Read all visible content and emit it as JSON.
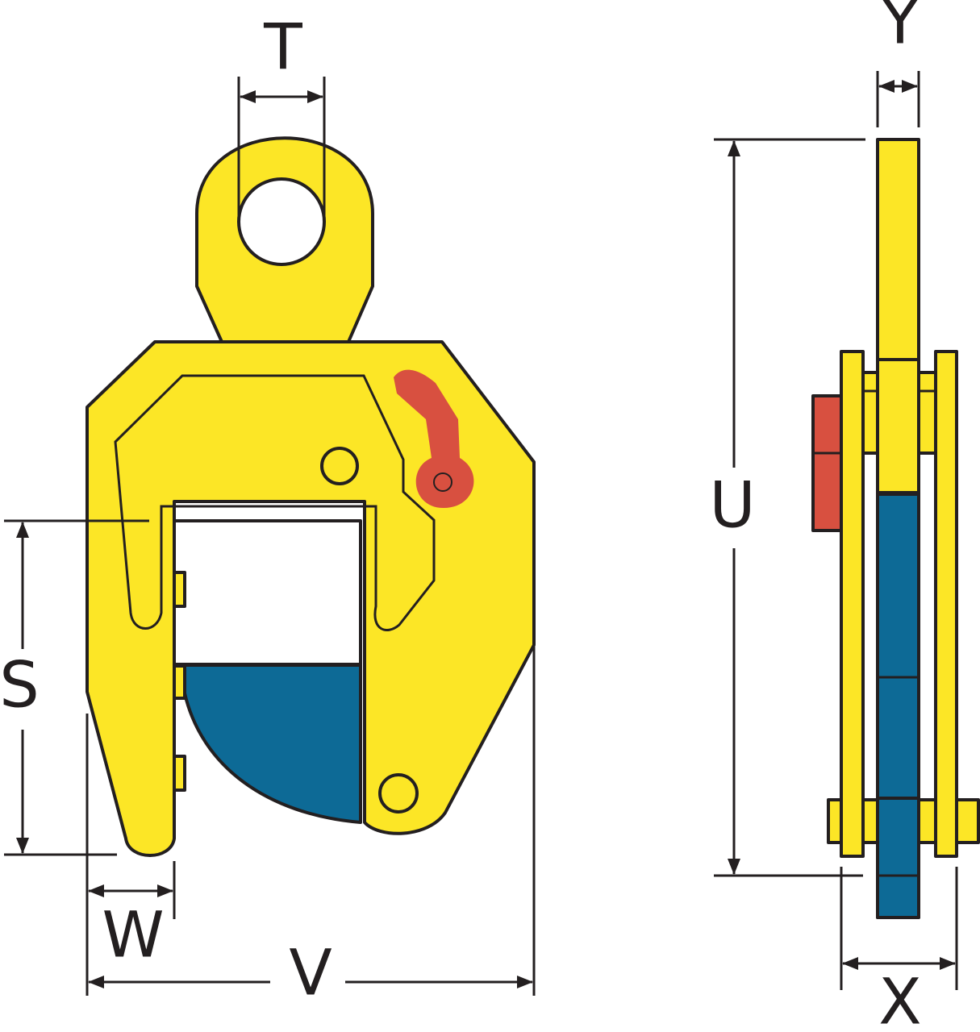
{
  "labels": {
    "T": "T",
    "S": "S",
    "W": "W",
    "V": "V",
    "U": "U",
    "Y": "Y",
    "X": "X"
  },
  "colors": {
    "body": "#fce626",
    "jaw": "#0d6a96",
    "lever": "#d85040",
    "outline": "#231f20",
    "background": "#ffffff"
  }
}
